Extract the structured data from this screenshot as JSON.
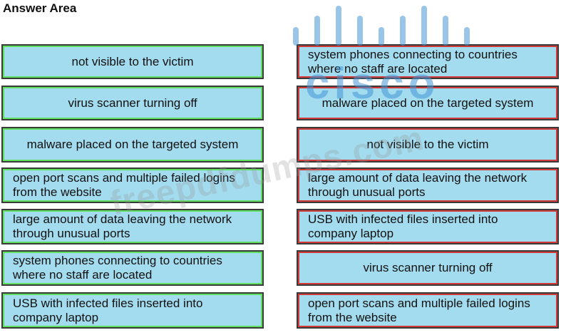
{
  "header": {
    "title": "Answer Area"
  },
  "left_items": [
    {
      "label": "not visible to the victim",
      "align": "center"
    },
    {
      "label": "virus scanner turning off",
      "align": "center"
    },
    {
      "label": "malware placed on the targeted system",
      "align": "center"
    },
    {
      "label": "open port scans and multiple failed logins from the website",
      "align": "left"
    },
    {
      "label": "large amount of data leaving the network through unusual ports",
      "align": "left"
    },
    {
      "label": "system phones connecting to countries where no staff are located",
      "align": "left"
    },
    {
      "label": "USB with infected files inserted into company laptop",
      "align": "left"
    }
  ],
  "right_items": [
    {
      "label": "system phones connecting to countries where no staff are located",
      "align": "left"
    },
    {
      "label": "malware placed on the targeted system",
      "align": "center"
    },
    {
      "label": "not visible to the victim",
      "align": "center"
    },
    {
      "label": "large amount of data leaving the network through unusual ports",
      "align": "left"
    },
    {
      "label": "USB with infected files inserted into company laptop",
      "align": "left"
    },
    {
      "label": "virus scanner turning off",
      "align": "center"
    },
    {
      "label": "open port scans and multiple failed logins from the website",
      "align": "left"
    }
  ],
  "watermark": {
    "brand": "cisco",
    "site": "freepdfdumps.com"
  },
  "colors": {
    "box_fill": "#a3dcef",
    "left_border": "#5ee05e",
    "right_border": "#d23a3a",
    "cisco_blue": "#4696d7"
  }
}
